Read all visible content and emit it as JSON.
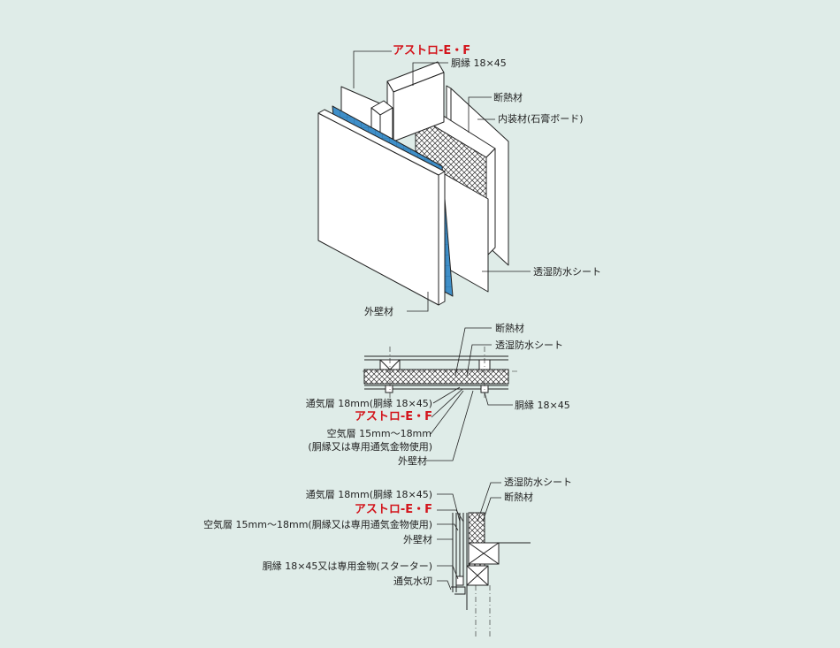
{
  "colors": {
    "background": "#dfece8",
    "brand_red": "#d3141b",
    "membrane_blue": "#3f8fc9",
    "line": "#222222"
  },
  "iso": {
    "product": "アストロ-E・F",
    "batten": "胴縁 18×45",
    "insulation": "断熱材",
    "interior": "内装材(石膏ボード)",
    "membrane": "透湿防水シート",
    "exterior": "外壁材"
  },
  "plan": {
    "insulation": "断熱材",
    "membrane": "透湿防水シート",
    "airlayer": "通気層 18mm(胴縁 18×45)",
    "product": "アストロ-E・F",
    "gap1": "空気層 15mm〜18mm",
    "gap2": "(胴縁又は専用通気金物使用)",
    "exterior": "外壁材",
    "batten": "胴縁 18×45"
  },
  "section": {
    "membrane": "透湿防水シート",
    "insulation": "断熱材",
    "airlayer": "通気層 18mm(胴縁 18×45)",
    "product": "アストロ-E・F",
    "gap": "空気層 15mm〜18mm(胴縁又は専用通気金物使用)",
    "exterior": "外壁材",
    "starter": "胴縁 18×45又は専用金物(スターター)",
    "flashing": "通気水切"
  }
}
